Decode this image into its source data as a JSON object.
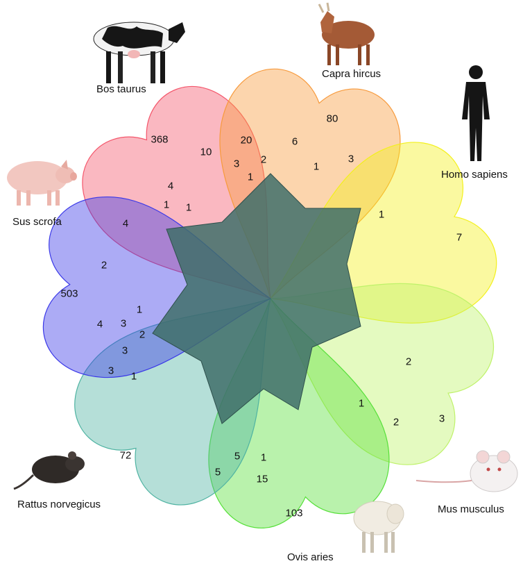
{
  "species": [
    {
      "name": "Bos taurus",
      "color": "#f4566b",
      "unique": "368",
      "icon": "cow-icon"
    },
    {
      "name": "Capra hircus",
      "color": "#f79a3c",
      "unique": "80",
      "icon": "goat-icon"
    },
    {
      "name": "Homo sapiens",
      "color": "#f3f01c",
      "unique": "7",
      "icon": "human-silhouette-icon"
    },
    {
      "name": "Mus musculus",
      "color": "#bff26a",
      "unique": "3",
      "icon": "mouse-icon"
    },
    {
      "name": "Ovis aries",
      "color": "#57e03a",
      "unique": "103",
      "icon": "sheep-icon"
    },
    {
      "name": "Rattus norvegicus",
      "color": "#4fb3a2",
      "unique": "72",
      "icon": "rat-icon"
    },
    {
      "name": "Sus scrofa",
      "color": "#3a38e8",
      "unique": "503",
      "icon": "pig-icon"
    }
  ],
  "center_color": "#3f6f6a",
  "intersection_counts": [
    "20",
    "10",
    "3",
    "2",
    "6",
    "1",
    "1",
    "3",
    "4",
    "1",
    "1",
    "4",
    "2",
    "1",
    "4",
    "3",
    "2",
    "3",
    "3",
    "1",
    "1",
    "2",
    "2",
    "1",
    "5",
    "5",
    "15",
    "1"
  ]
}
